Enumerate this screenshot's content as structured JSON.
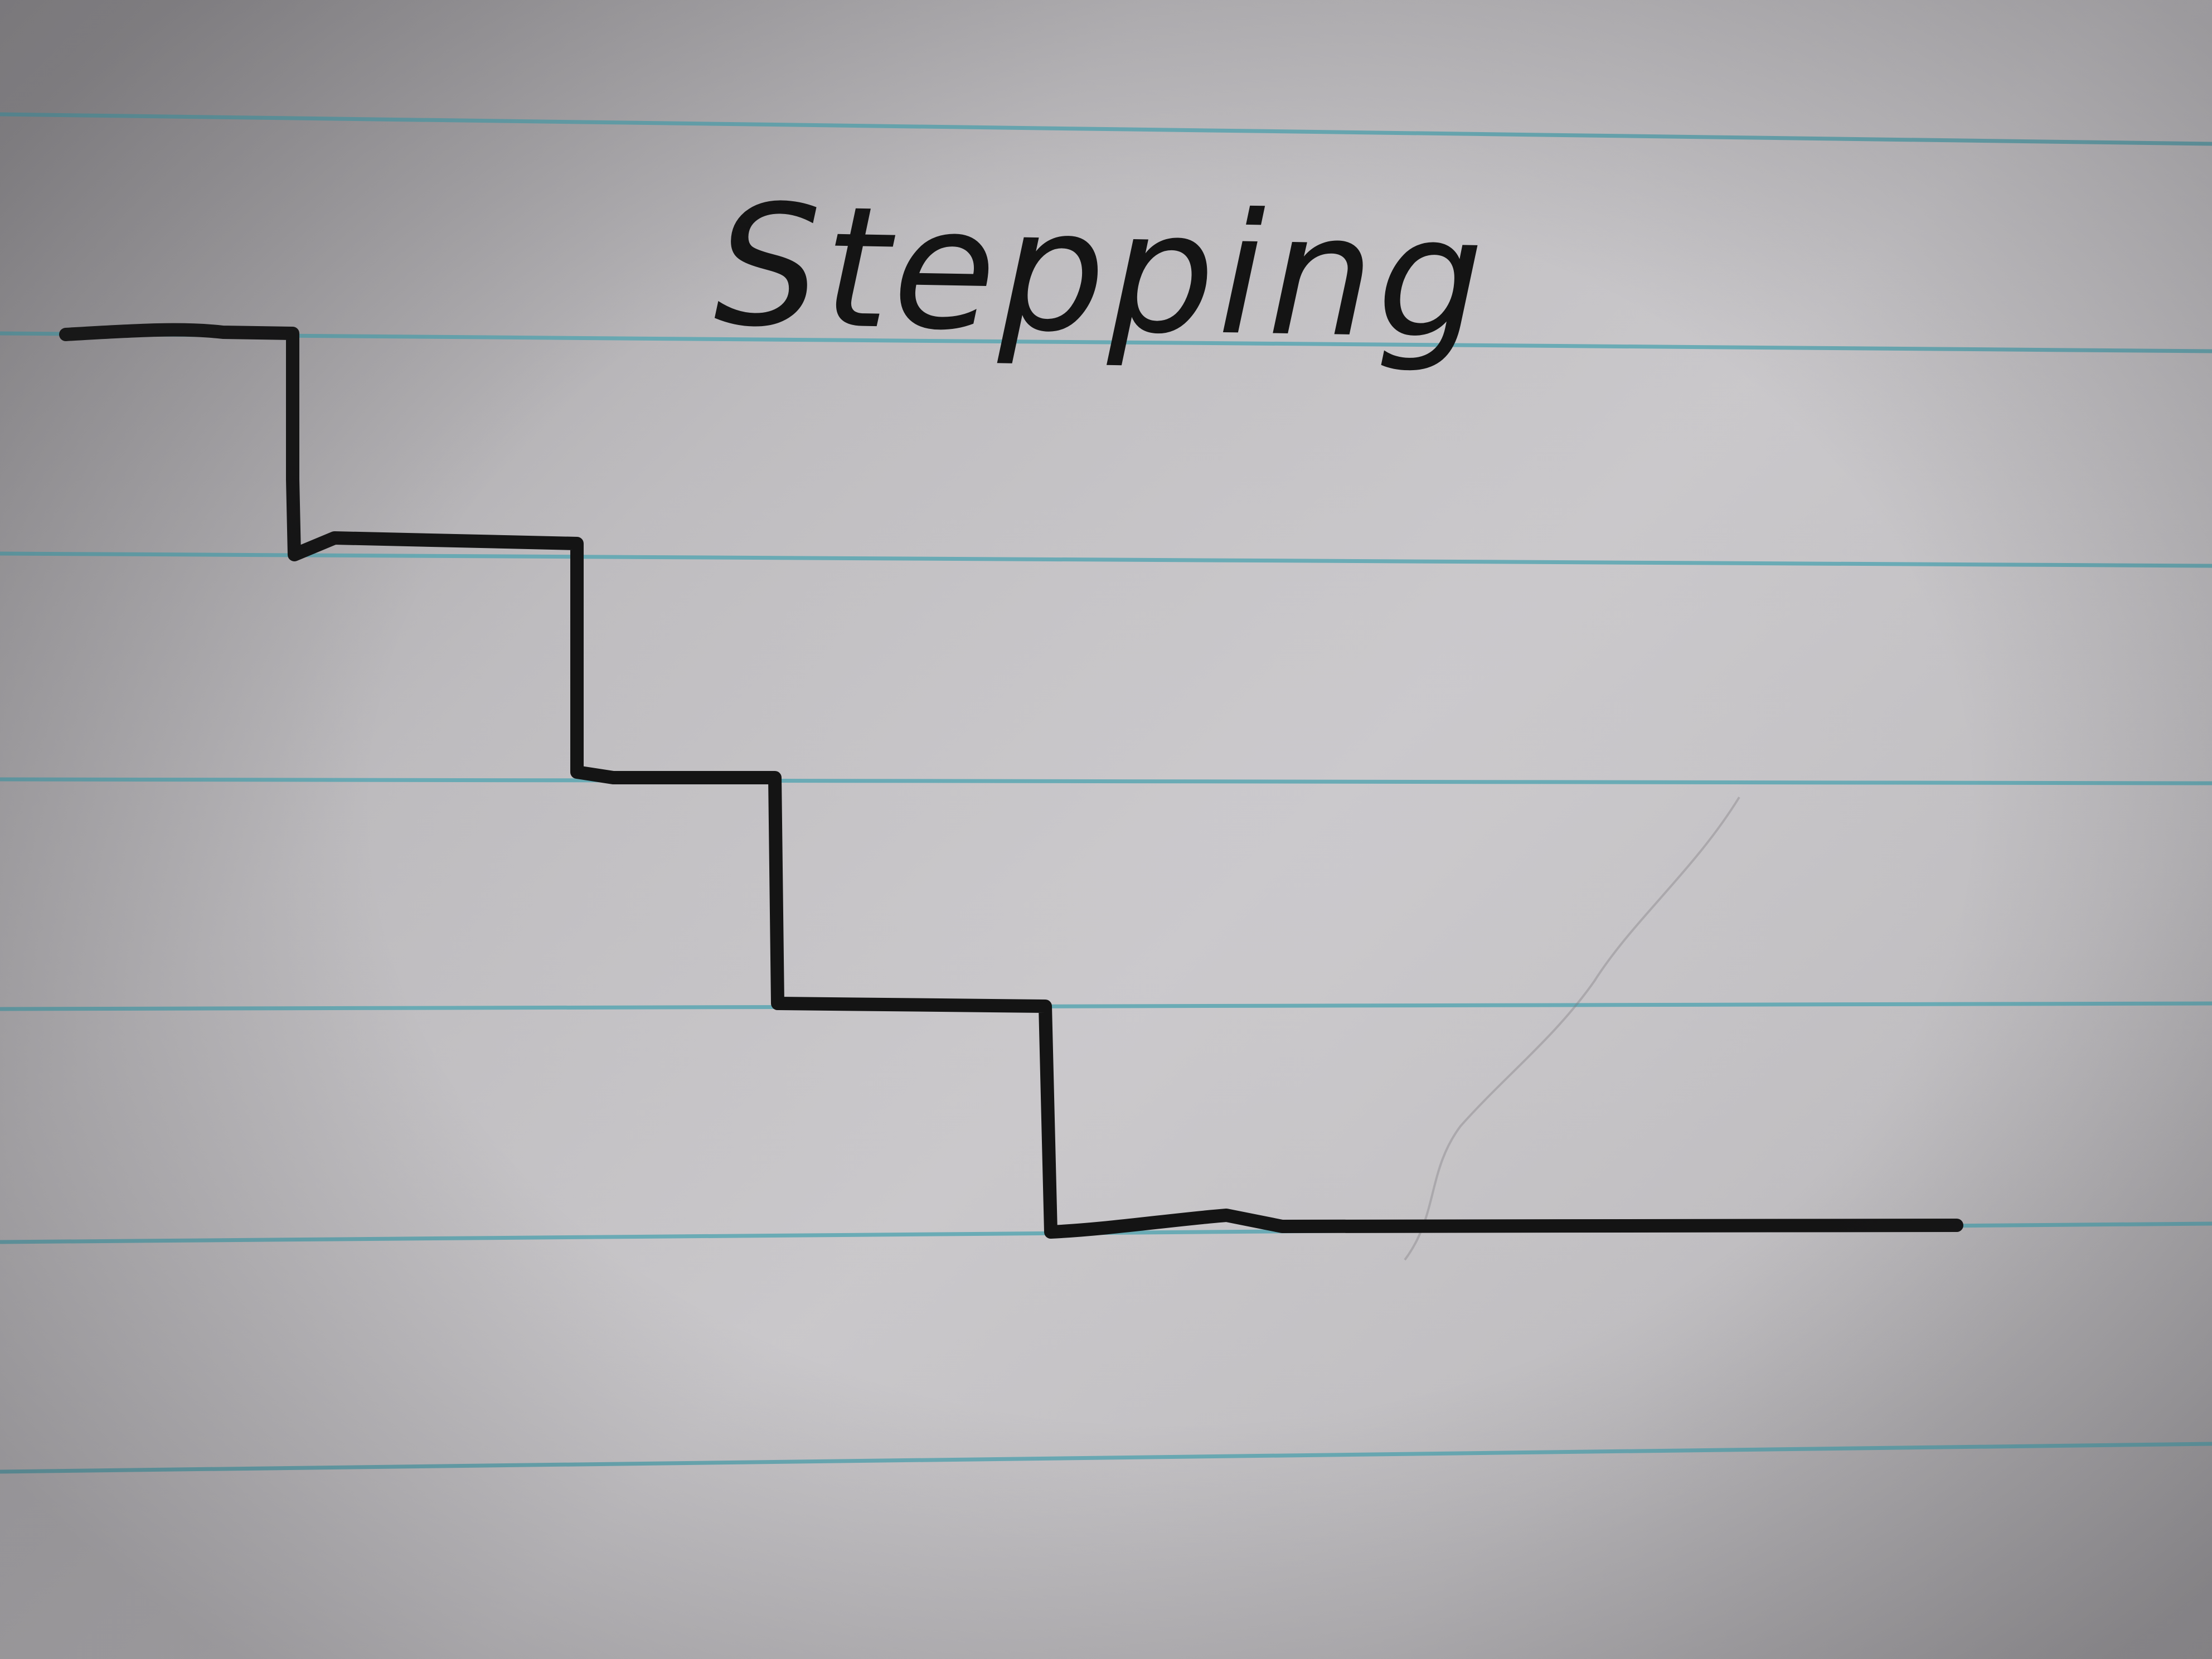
{
  "note": {
    "title": "Stepping"
  },
  "colors": {
    "paper": "#c4c2c5",
    "rule_lines": "#5fa7b3",
    "ink": "#141414"
  },
  "drawing": {
    "type": "hand-drawn descending staircase line",
    "steps": 4
  }
}
